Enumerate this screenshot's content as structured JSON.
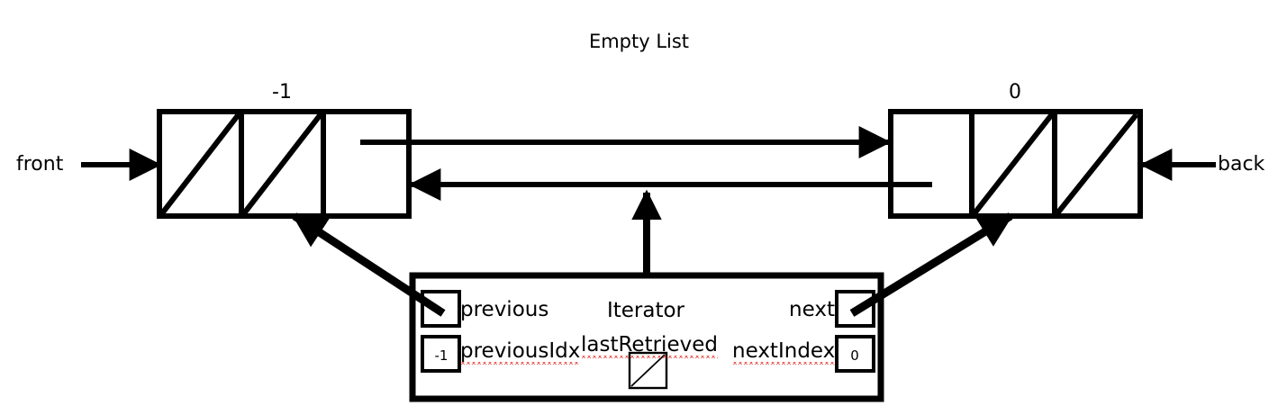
{
  "diagram": {
    "title": "Empty List",
    "type": "doubly-linked-list-with-iterator",
    "stroke_color": "#000000",
    "background_color": "#ffffff",
    "spellcheck_underline_color": "#e8302a"
  },
  "nodes": {
    "left": {
      "label": "-1",
      "cells": [
        {
          "name": "prev-pointer",
          "content": "null-slash"
        },
        {
          "name": "data",
          "content": "null-slash"
        },
        {
          "name": "next-pointer",
          "content": "arrow-out-right"
        }
      ]
    },
    "right": {
      "label": "0",
      "cells": [
        {
          "name": "prev-pointer",
          "content": "arrow-out-left"
        },
        {
          "name": "data",
          "content": "null-slash"
        },
        {
          "name": "next-pointer",
          "content": "null-slash"
        }
      ]
    }
  },
  "pointers": {
    "front_label": "front",
    "back_label": "back"
  },
  "iterator": {
    "title": "Iterator",
    "fields": {
      "previous_label": "previous",
      "previous_value": "",
      "next_label": "next",
      "next_value": "",
      "previous_idx_label": "previousIdx",
      "previous_idx_value": "-1",
      "last_retrieved_label": "lastRetrieved",
      "last_retrieved_value": "null-slash",
      "next_index_label": "nextIndex",
      "next_index_value": "0"
    }
  }
}
